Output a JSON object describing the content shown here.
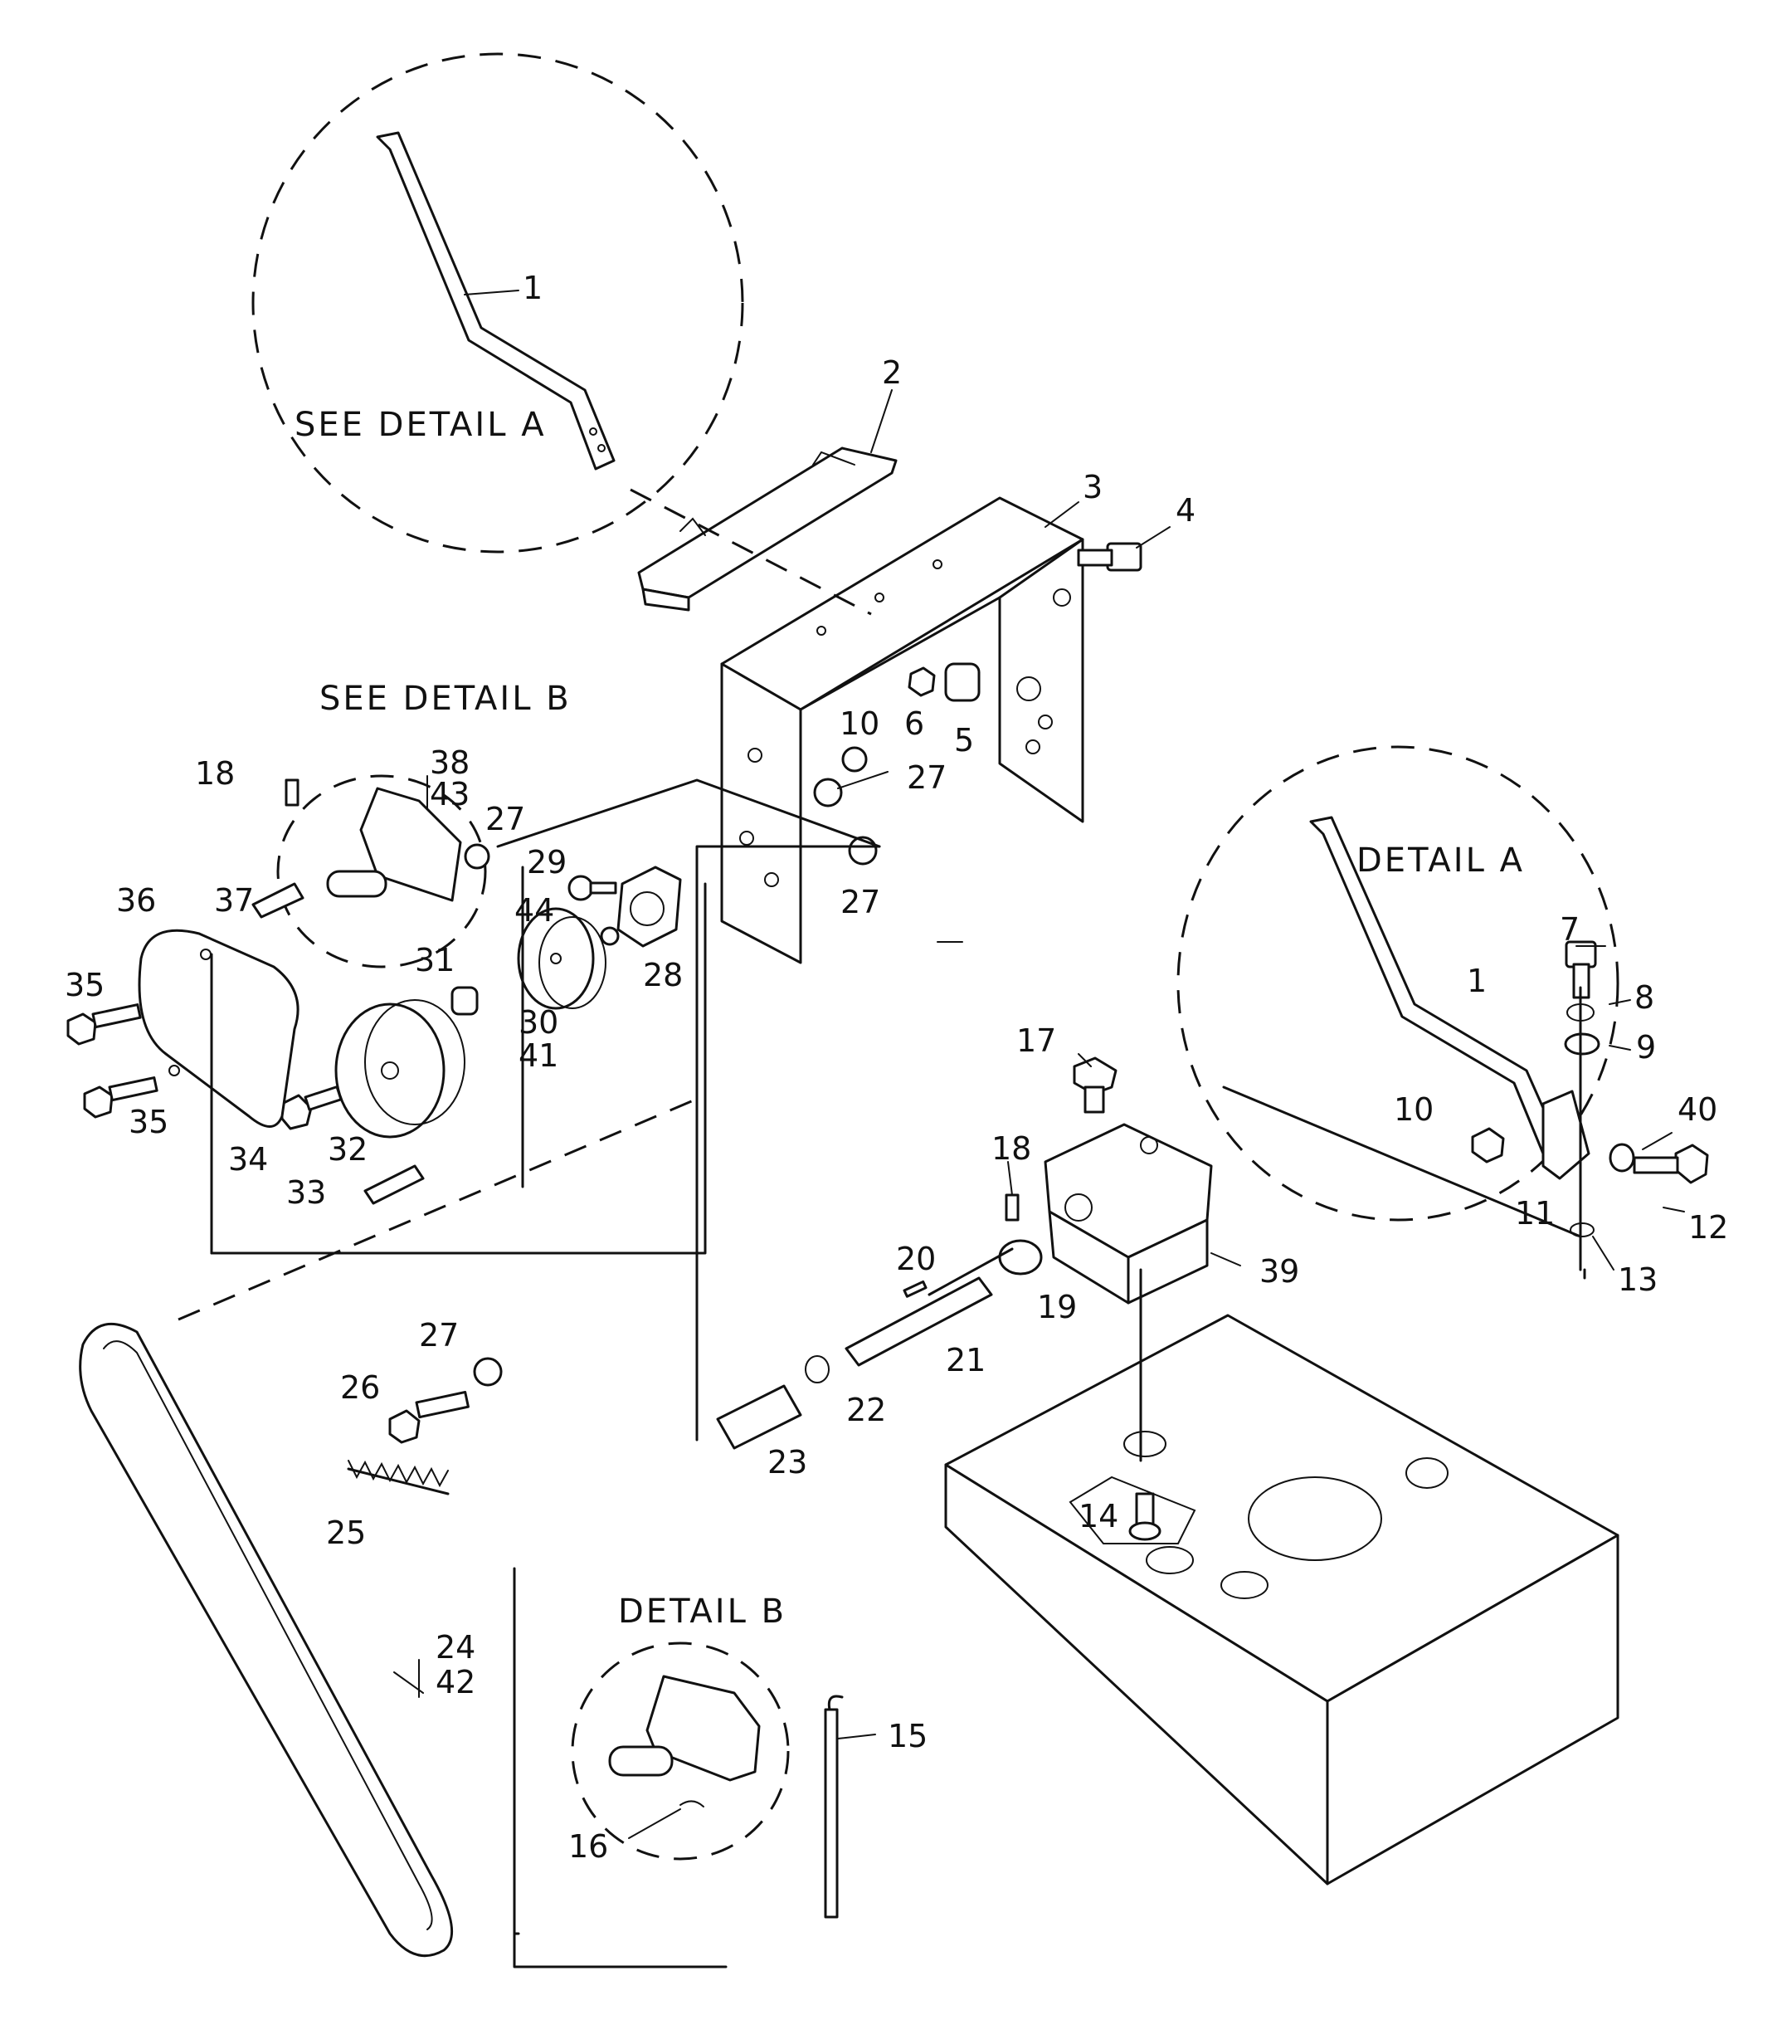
{
  "callouts": {
    "see_detail_a": "SEE DETAIL A",
    "see_detail_b": "SEE DETAIL B",
    "detail_a": "DETAIL A",
    "detail_b": "DETAIL B"
  },
  "labels": {
    "p1_top": "1",
    "p1_detail": "1",
    "p2": "2",
    "p3": "3",
    "p4": "4",
    "p5": "5",
    "p6": "6",
    "p7": "7",
    "p8": "8",
    "p9": "9",
    "p10_top": "10",
    "p10_detail": "10",
    "p11": "11",
    "p12": "12",
    "p13": "13",
    "p14": "14",
    "p15": "15",
    "p16": "16",
    "p17": "17",
    "p18_top": "18",
    "p18_mid": "18",
    "p19": "19",
    "p20": "20",
    "p21": "21",
    "p22": "22",
    "p23": "23",
    "p24": "24",
    "p25": "25",
    "p26": "26",
    "p27_a": "27",
    "p27_b": "27",
    "p27_c": "27",
    "p27_d": "27",
    "p28": "28",
    "p29": "29",
    "p30": "30",
    "p31": "31",
    "p32": "32",
    "p33": "33",
    "p34": "34",
    "p35_a": "35",
    "p35_b": "35",
    "p36": "36",
    "p37": "37",
    "p38": "38",
    "p39": "39",
    "p40": "40",
    "p41": "41",
    "p42": "42",
    "p43": "43",
    "p44": "44"
  }
}
